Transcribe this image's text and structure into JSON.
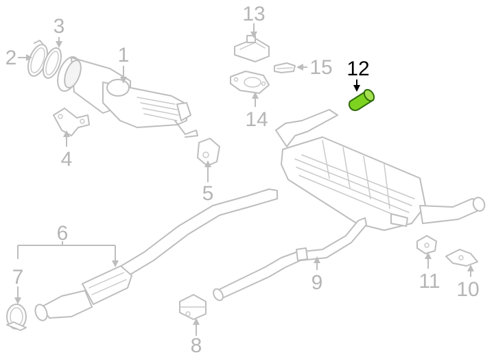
{
  "diagram": {
    "highlight_color": "#7ed321",
    "muted_color": "#bdbdbd",
    "labels": {
      "l1": "1",
      "l2": "2",
      "l3": "3",
      "l4": "4",
      "l5": "5",
      "l6": "6",
      "l7": "7",
      "l8": "8",
      "l9": "9",
      "l10": "10",
      "l11": "11",
      "l12": "12",
      "l13": "13",
      "l14": "14",
      "l15": "15"
    },
    "highlighted_part": "12"
  }
}
